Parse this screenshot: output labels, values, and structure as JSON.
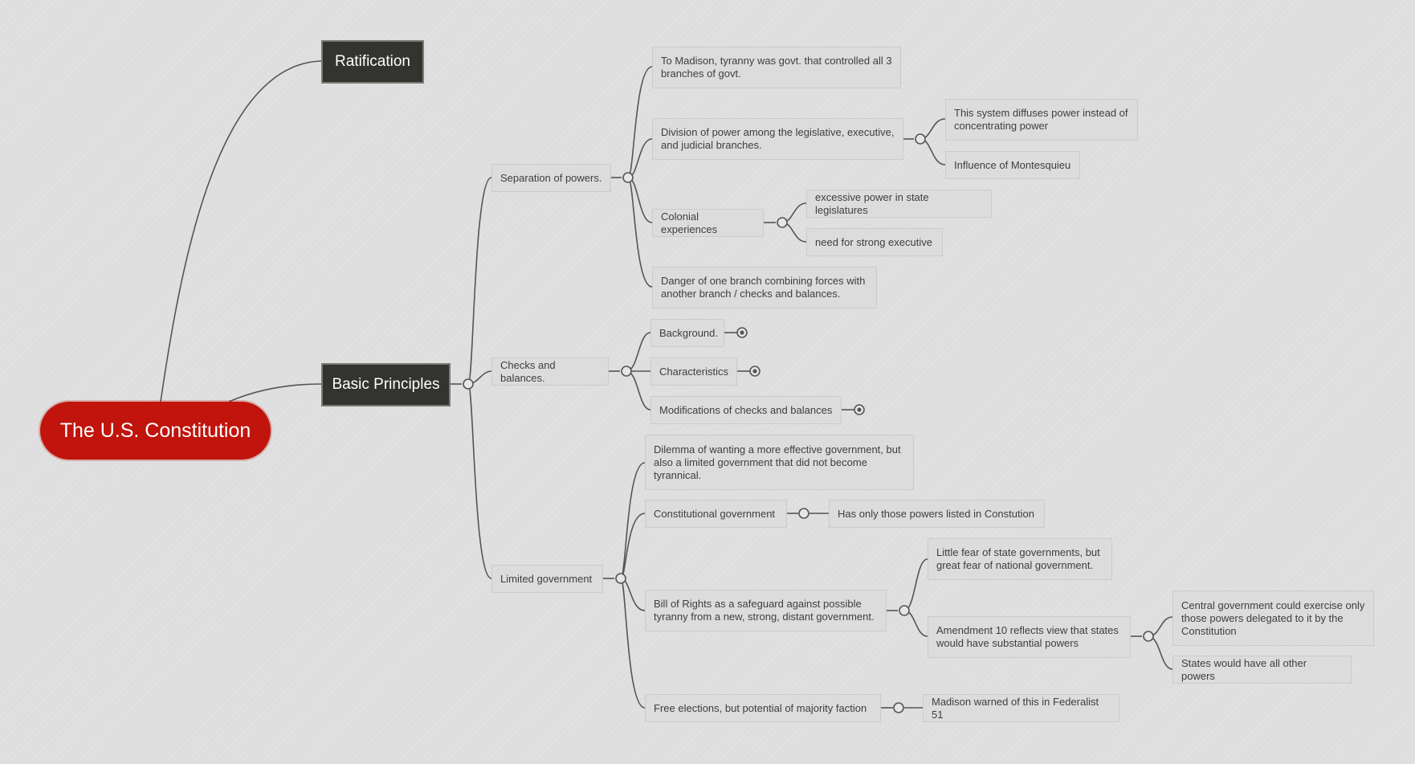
{
  "root": {
    "label": "The U.S. Constitution",
    "color": "#c0140c"
  },
  "branches": {
    "ratification": {
      "label": "Ratification"
    },
    "basic_principles": {
      "label": "Basic Principles"
    }
  },
  "topics": {
    "separation": {
      "label": "Separation of powers.",
      "madison": "To Madison, tyranny was govt. that controlled all 3\nbranches of govt.",
      "division": "Division of power among the legislative, executive,\nand judicial branches.",
      "diffuses": "This system diffuses power instead of\nconcentrating power",
      "montesquieu": "Influence of Montesquieu",
      "colonial": "Colonial experiences",
      "excessive": "excessive power in state legislatures",
      "need_exec": "need for strong executive",
      "danger": "Danger of one branch combining forces with\nanother branch / checks and balances."
    },
    "checks": {
      "label": "Checks and balances.",
      "background": "Background.",
      "characteristics": "Characteristics",
      "modifications": "Modifications of checks and balances"
    },
    "limited": {
      "label": "Limited government",
      "dilemma": "Dilemma of wanting a more effective government, but\nalso a limited government that did not become\ntyrannical.",
      "constitutional": "Constitutional government",
      "only_powers": "Has only those powers listed in Constution",
      "bill_of_rights": "Bill of Rights as a safeguard against possible\ntyranny from a new, strong, distant government.",
      "little_fear": "Little fear of state governments, but\ngreat fear of national government.",
      "amendment10": "Amendment 10 reflects view that states\nwould have substantial powers",
      "central_gov": "Central government could exercise only\nthose powers delegated to it by the\nConstitution",
      "states_powers": "States would have all other powers",
      "free_elections": "Free elections, but potential of majority faction",
      "federalist": "Madison warned of this in Federalist 51"
    }
  }
}
